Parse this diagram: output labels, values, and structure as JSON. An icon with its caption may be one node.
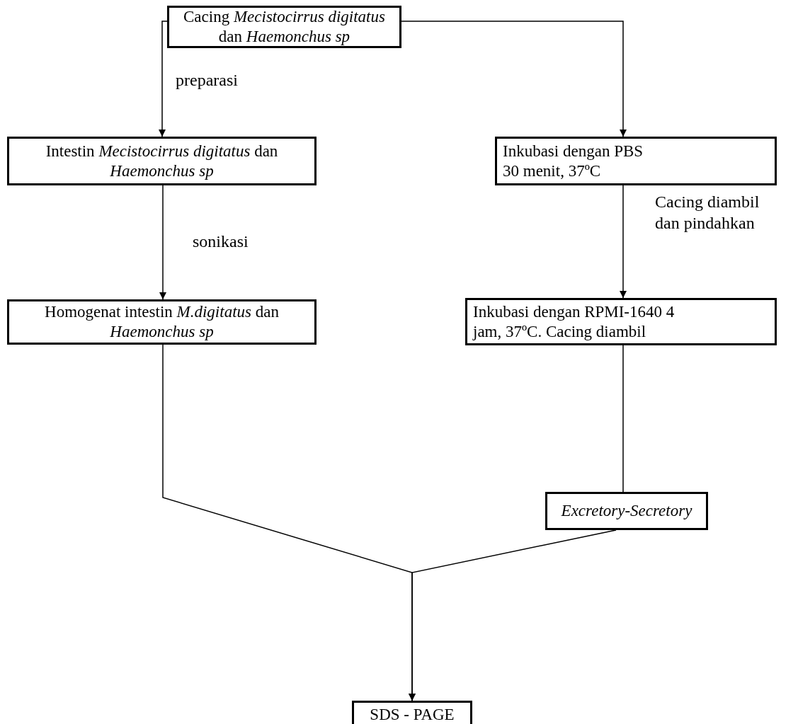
{
  "diagram": {
    "nodes": [
      {
        "text": [
          "Cacing *Mecistocirrus digitatus* dan *Haemonchus sp*"
        ]
      },
      {
        "text": [
          "Intestin *Mecistocirrus digitatus* dan *Haemonchus sp*"
        ]
      },
      {
        "text": [
          "Inkubasi dengan PBS 30 menit, 37ºC"
        ]
      },
      {
        "text": [
          "Homogenat intestin *M.digitatus* dan *Haemonchus sp*"
        ]
      },
      {
        "text": [
          "Inkubasi dengan RPMI-1640 4 jam, 37ºC. Cacing diambil"
        ]
      },
      {
        "text": [
          "Excretory-Secretory"
        ]
      },
      {
        "text": [
          "SDS - PAGE"
        ]
      }
    ],
    "edges": [
      {
        "from": 0,
        "to": 1,
        "arrow": "to",
        "label": "preparasi"
      },
      {
        "from": 0,
        "to": 2,
        "arrow": "to"
      },
      {
        "from": 1,
        "to": 3,
        "arrow": "to",
        "label": "sonikasi"
      },
      {
        "from": 2,
        "to": 4,
        "arrow": "to",
        "label": "Cacing diambil dan pindahkan"
      },
      {
        "from": 4,
        "to": 5,
        "arrow": "none"
      },
      {
        "from": 3,
        "to": 6,
        "arrow": "to"
      },
      {
        "from": 5,
        "to": 6,
        "arrow": "to"
      }
    ]
  }
}
